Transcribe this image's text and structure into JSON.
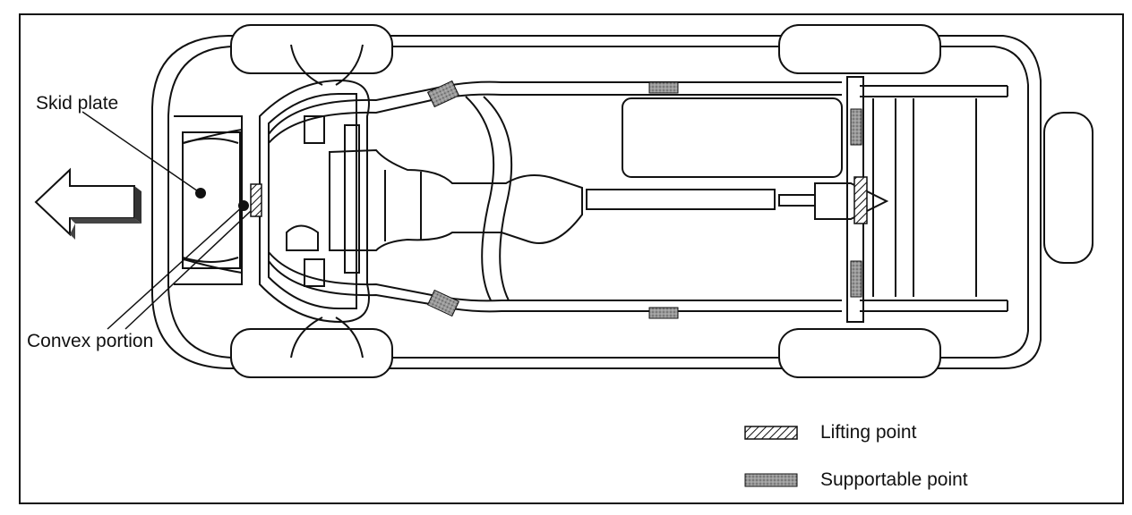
{
  "labels": {
    "skid_plate": "Skid plate",
    "convex_portion": "Convex portion"
  },
  "legend": {
    "lifting_point": "Lifting point",
    "supportable_point": "Supportable point"
  },
  "colors": {
    "line": "#111111",
    "supportable_fill": "#8c8c8c",
    "background": "#ffffff"
  },
  "icons": {
    "direction": "front-arrow-icon",
    "lifting": "hatched-box",
    "supportable": "gray-box"
  }
}
